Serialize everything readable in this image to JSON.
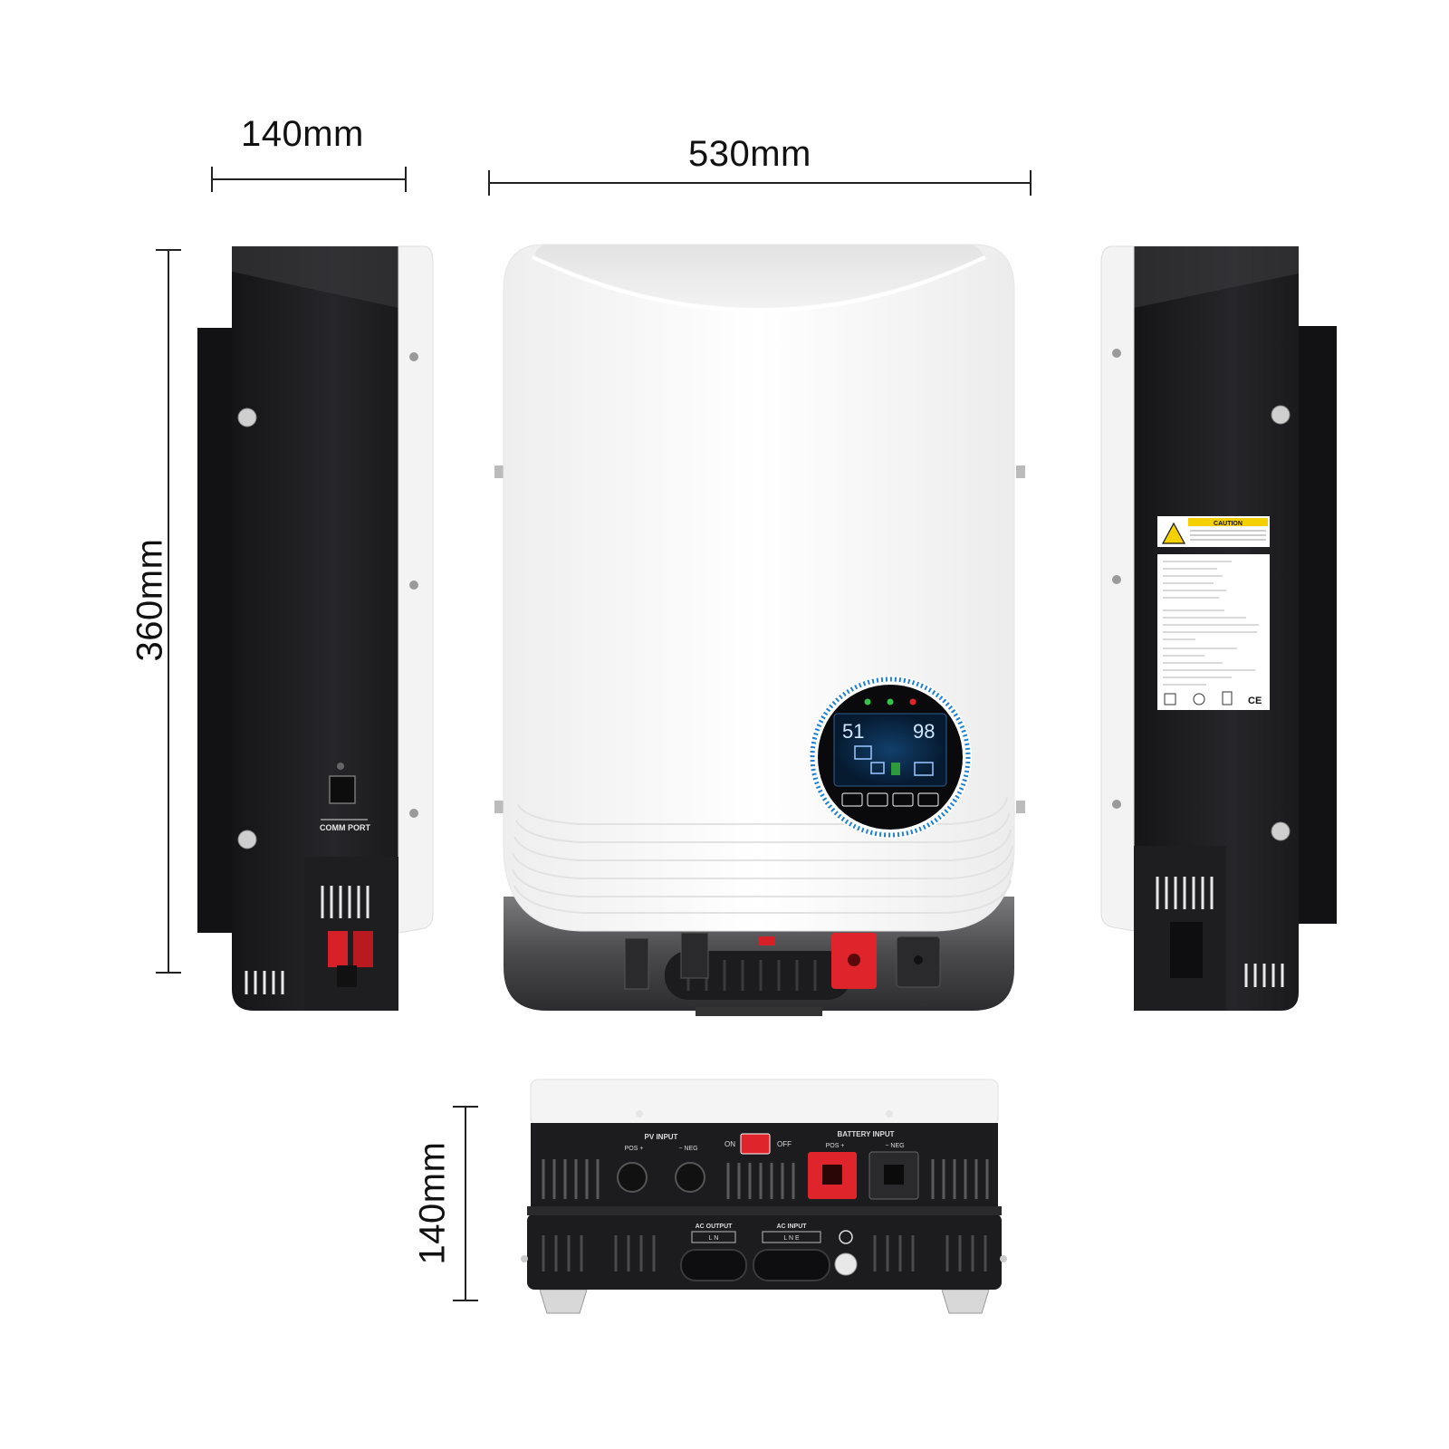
{
  "dimensions": {
    "side_width": "140mm",
    "front_width": "530mm",
    "height": "360mm",
    "bottom_depth": "140mm"
  },
  "left_side_panel": {
    "port_label": "COMM PORT"
  },
  "right_side_panel": {
    "caution_title": "CAUTION",
    "icons": [
      "ce-mark",
      "weee-bin-icon",
      "rohs-icon",
      "manual-icon"
    ]
  },
  "bottom_panel": {
    "pv_input_label": "PV INPUT",
    "pv_pos_label": "POS +",
    "pv_neg_label": "− NEG",
    "switch_on_label": "ON",
    "switch_off_label": "OFF",
    "battery_input_label": "BATTERY INPUT",
    "battery_pos_label": "POS +",
    "battery_neg_label": "− NEG",
    "ac_output_label": "AC OUTPUT",
    "ac_output_terminals": "L   N",
    "ac_input_label": "AC INPUT",
    "ac_input_terminals": "L   N   E"
  },
  "front_panel": {
    "display_left_value": "51",
    "display_right_value": "98"
  },
  "colors": {
    "body_black": "#1b1b1d",
    "shell_white": "#f7f7f7",
    "accent_red": "#e0242b",
    "caution_yellow": "#f5d000",
    "ring_blue": "#1e7fd8",
    "lcd_blue": "#0b2a4a"
  }
}
